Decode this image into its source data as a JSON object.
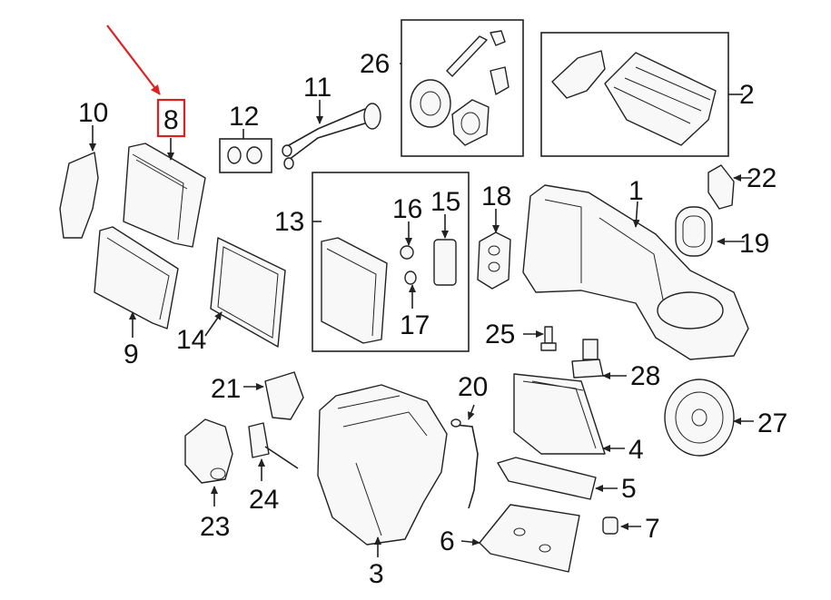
{
  "callouts": [
    {
      "id": "c1",
      "label": "1"
    },
    {
      "id": "c2",
      "label": "2"
    },
    {
      "id": "c3",
      "label": "3"
    },
    {
      "id": "c4",
      "label": "4"
    },
    {
      "id": "c5",
      "label": "5"
    },
    {
      "id": "c6",
      "label": "6"
    },
    {
      "id": "c7",
      "label": "7"
    },
    {
      "id": "c8",
      "label": "8"
    },
    {
      "id": "c9",
      "label": "9"
    },
    {
      "id": "c10",
      "label": "10"
    },
    {
      "id": "c11",
      "label": "11"
    },
    {
      "id": "c12",
      "label": "12"
    },
    {
      "id": "c13",
      "label": "13"
    },
    {
      "id": "c14",
      "label": "14"
    },
    {
      "id": "c15",
      "label": "15"
    },
    {
      "id": "c16",
      "label": "16"
    },
    {
      "id": "c17",
      "label": "17"
    },
    {
      "id": "c18",
      "label": "18"
    },
    {
      "id": "c19",
      "label": "19"
    },
    {
      "id": "c20",
      "label": "20"
    },
    {
      "id": "c21",
      "label": "21"
    },
    {
      "id": "c22",
      "label": "22"
    },
    {
      "id": "c23",
      "label": "23"
    },
    {
      "id": "c24",
      "label": "24"
    },
    {
      "id": "c25",
      "label": "25"
    },
    {
      "id": "c26",
      "label": "26"
    },
    {
      "id": "c27",
      "label": "27"
    },
    {
      "id": "c28",
      "label": "28"
    }
  ],
  "highlight": {
    "callout": "8",
    "color": "#e02020"
  },
  "colors": {
    "line": "#222222",
    "background": "#ffffff"
  }
}
